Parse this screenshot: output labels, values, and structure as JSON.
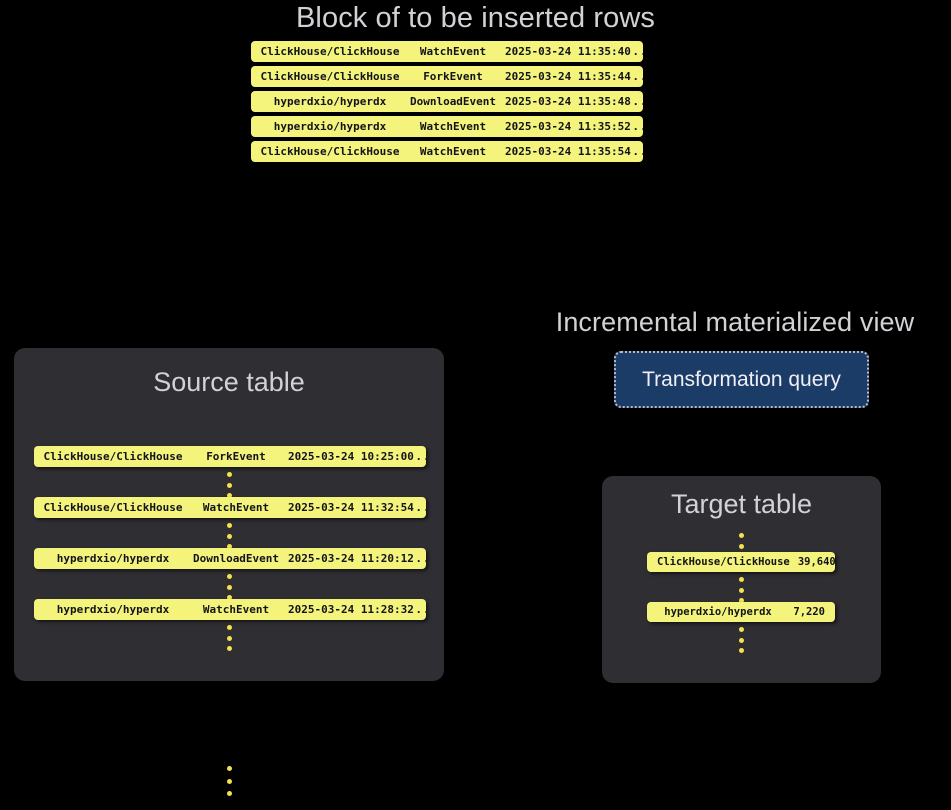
{
  "block": {
    "title": "Block of to be inserted rows",
    "rows": [
      {
        "repo": "ClickHouse/ClickHouse",
        "event": "WatchEvent",
        "timestamp": "2025-03-24 11:35:40",
        "more": "..."
      },
      {
        "repo": "ClickHouse/ClickHouse",
        "event": "ForkEvent",
        "timestamp": "2025-03-24 11:35:44",
        "more": "..."
      },
      {
        "repo": "hyperdxio/hyperdx",
        "event": "DownloadEvent",
        "timestamp": "2025-03-24 11:35:48",
        "more": "..."
      },
      {
        "repo": "hyperdxio/hyperdx",
        "event": "WatchEvent",
        "timestamp": "2025-03-24 11:35:52",
        "more": "..."
      },
      {
        "repo": "ClickHouse/ClickHouse",
        "event": "WatchEvent",
        "timestamp": "2025-03-24 11:35:54",
        "more": "..."
      }
    ]
  },
  "source_table": {
    "title": "Source table",
    "rows": [
      {
        "repo": "ClickHouse/ClickHouse",
        "event": "ForkEvent",
        "timestamp": "2025-03-24 10:25:00",
        "more": "..."
      },
      {
        "repo": "ClickHouse/ClickHouse",
        "event": "WatchEvent",
        "timestamp": "2025-03-24 11:32:54",
        "more": "..."
      },
      {
        "repo": "hyperdxio/hyperdx",
        "event": "DownloadEvent",
        "timestamp": "2025-03-24 11:20:12",
        "more": "..."
      },
      {
        "repo": "hyperdxio/hyperdx",
        "event": "WatchEvent",
        "timestamp": "2025-03-24 11:28:32",
        "more": "..."
      }
    ]
  },
  "materialized_view": {
    "title": "Incremental materialized view",
    "query_label": "Transformation query"
  },
  "target_table": {
    "title": "Target table",
    "rows": [
      {
        "repo": "ClickHouse/ClickHouse",
        "count": "39,640"
      },
      {
        "repo": "hyperdxio/hyperdx",
        "count": "7,220"
      }
    ]
  },
  "colors": {
    "background": "#000000",
    "panel": "#2e2e33",
    "row_yellow": "#f4f47c",
    "dot_yellow": "#f4e24c",
    "query_blue": "#1c3c68",
    "heading_text": "#d2d2d6",
    "row_text": "#13131a"
  }
}
